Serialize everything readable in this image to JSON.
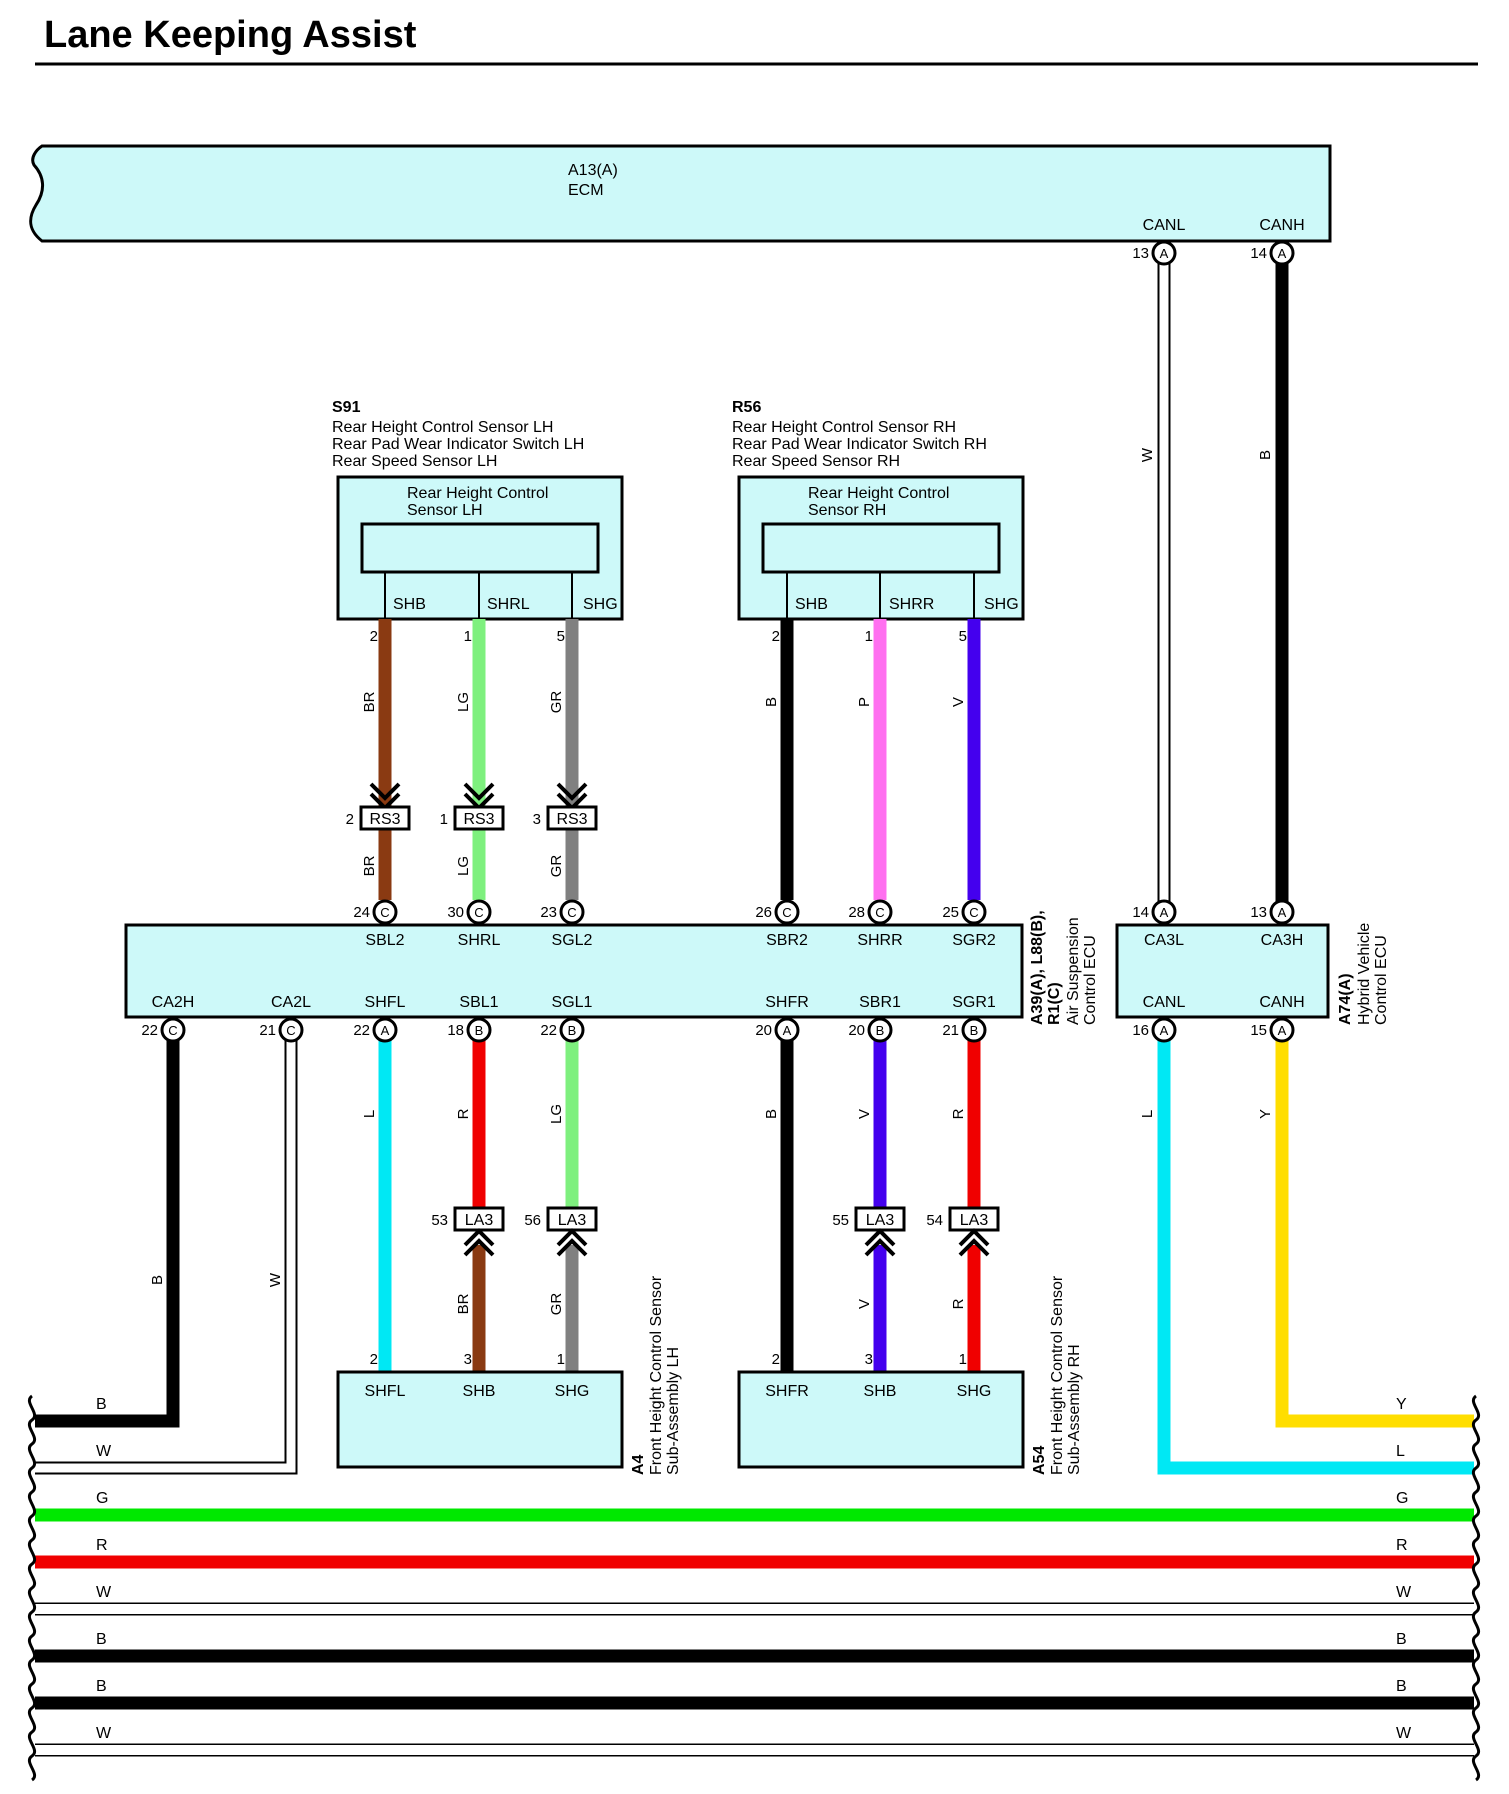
{
  "title": "Lane Keeping Assist",
  "ecm": {
    "code": "A13(A)",
    "name": "ECM",
    "canl": "CANL",
    "canh": "CANH",
    "canl_pin": "13",
    "canh_pin": "14",
    "conn": "A"
  },
  "s91": {
    "code": "S91",
    "lines": [
      "Rear Height Control Sensor LH",
      "Rear Pad Wear Indicator Switch LH",
      "Rear Speed Sensor LH"
    ],
    "inner": [
      "Rear Height Control",
      "Sensor LH"
    ],
    "terms": [
      "SHB",
      "SHRL",
      "SHG"
    ],
    "pins": [
      "2",
      "1",
      "5"
    ],
    "colors": [
      "BR",
      "LG",
      "GR"
    ],
    "conn_pins": [
      "2",
      "1",
      "3"
    ],
    "conn": "RS3"
  },
  "r56": {
    "code": "R56",
    "lines": [
      "Rear Height Control Sensor RH",
      "Rear Pad Wear Indicator Switch RH",
      "Rear Speed Sensor RH"
    ],
    "inner": [
      "Rear Height Control",
      "Sensor RH"
    ],
    "terms": [
      "SHB",
      "SHRR",
      "SHG"
    ],
    "pins": [
      "2",
      "1",
      "5"
    ],
    "colors": [
      "B",
      "P",
      "V"
    ]
  },
  "ecu": {
    "code": "A39(A), L88(B), R1(C)",
    "code_l1": "A39(A), L88(B),",
    "code_l2": "R1(C)",
    "name_l1": "Air Suspension",
    "name_l2": "Control ECU",
    "top_terms": [
      {
        "pin": "24",
        "conn": "C",
        "name": "SBL2"
      },
      {
        "pin": "30",
        "conn": "C",
        "name": "SHRL"
      },
      {
        "pin": "23",
        "conn": "C",
        "name": "SGL2"
      },
      {
        "pin": "26",
        "conn": "C",
        "name": "SBR2"
      },
      {
        "pin": "28",
        "conn": "C",
        "name": "SHRR"
      },
      {
        "pin": "25",
        "conn": "C",
        "name": "SGR2"
      }
    ],
    "bottom_terms": [
      {
        "pin": "22",
        "conn": "C",
        "name": "CA2H"
      },
      {
        "pin": "21",
        "conn": "C",
        "name": "CA2L"
      },
      {
        "pin": "22",
        "conn": "A",
        "name": "SHFL"
      },
      {
        "pin": "18",
        "conn": "B",
        "name": "SBL1"
      },
      {
        "pin": "22",
        "conn": "B",
        "name": "SGL1"
      },
      {
        "pin": "20",
        "conn": "A",
        "name": "SHFR"
      },
      {
        "pin": "20",
        "conn": "B",
        "name": "SBR1"
      },
      {
        "pin": "21",
        "conn": "B",
        "name": "SGR1"
      }
    ]
  },
  "hv": {
    "code": "A74(A)",
    "name_l1": "Hybrid Vehicle",
    "name_l2": "Control ECU",
    "top_terms": [
      {
        "pin": "14",
        "conn": "A",
        "name": "CA3L"
      },
      {
        "pin": "13",
        "conn": "A",
        "name": "CA3H"
      }
    ],
    "bottom_terms": [
      {
        "pin": "16",
        "conn": "A",
        "name": "CANL"
      },
      {
        "pin": "15",
        "conn": "A",
        "name": "CANH"
      }
    ]
  },
  "a4": {
    "code": "A4",
    "name_l1": "Front Height Control Sensor",
    "name_l2": "Sub-Assembly LH",
    "terms": [
      "SHFL",
      "SHB",
      "SHG"
    ],
    "pins": [
      "2",
      "3",
      "1"
    ]
  },
  "a54": {
    "code": "A54",
    "name_l1": "Front Height Control Sensor",
    "name_l2": "Sub-Assembly RH",
    "terms": [
      "SHFR",
      "SHB",
      "SHG"
    ],
    "pins": [
      "2",
      "3",
      "1"
    ]
  },
  "la3": {
    "conn": "LA3",
    "pins": [
      "53",
      "56",
      "55",
      "54"
    ]
  },
  "wire_colors": {
    "ecm_canl": "W",
    "ecm_canh": "B",
    "ca2h": "B",
    "ca2l": "W",
    "shfl": "L",
    "sbl1": "R",
    "sgl1": "LG",
    "shfr": "B",
    "sbr1": "V",
    "sgr1": "R",
    "a4_shb": "BR",
    "a4_shg": "GR",
    "a54_shb": "V",
    "a54_shg": "R",
    "hv_canl": "L",
    "hv_canh": "Y"
  },
  "bus": [
    {
      "left": "B",
      "right": "",
      "color": "#000000"
    },
    {
      "left": "W",
      "right": "",
      "color": "#ffffff"
    },
    {
      "left": "",
      "right": "Y",
      "color": "#ffde00"
    },
    {
      "left": "",
      "right": "L",
      "color": "#00e8f4"
    },
    {
      "left": "G",
      "right": "G",
      "color": "#00e800"
    },
    {
      "left": "R",
      "right": "R",
      "color": "#f00000"
    },
    {
      "left": "W",
      "right": "W",
      "color": "#ffffff"
    },
    {
      "left": "B",
      "right": "B",
      "color": "#000000"
    },
    {
      "left": "B",
      "right": "B",
      "color": "#000000"
    },
    {
      "left": "W",
      "right": "W",
      "color": "#ffffff"
    }
  ],
  "colors": {
    "box": "#cdf9f9",
    "brown": "#8a3a12",
    "light_green": "#7ef07e",
    "gray": "#808080",
    "pink": "#ff70f0",
    "violet": "#4400ee",
    "cyan": "#00e8f4",
    "red": "#f00000",
    "yellow": "#ffde00",
    "green": "#00e800"
  }
}
